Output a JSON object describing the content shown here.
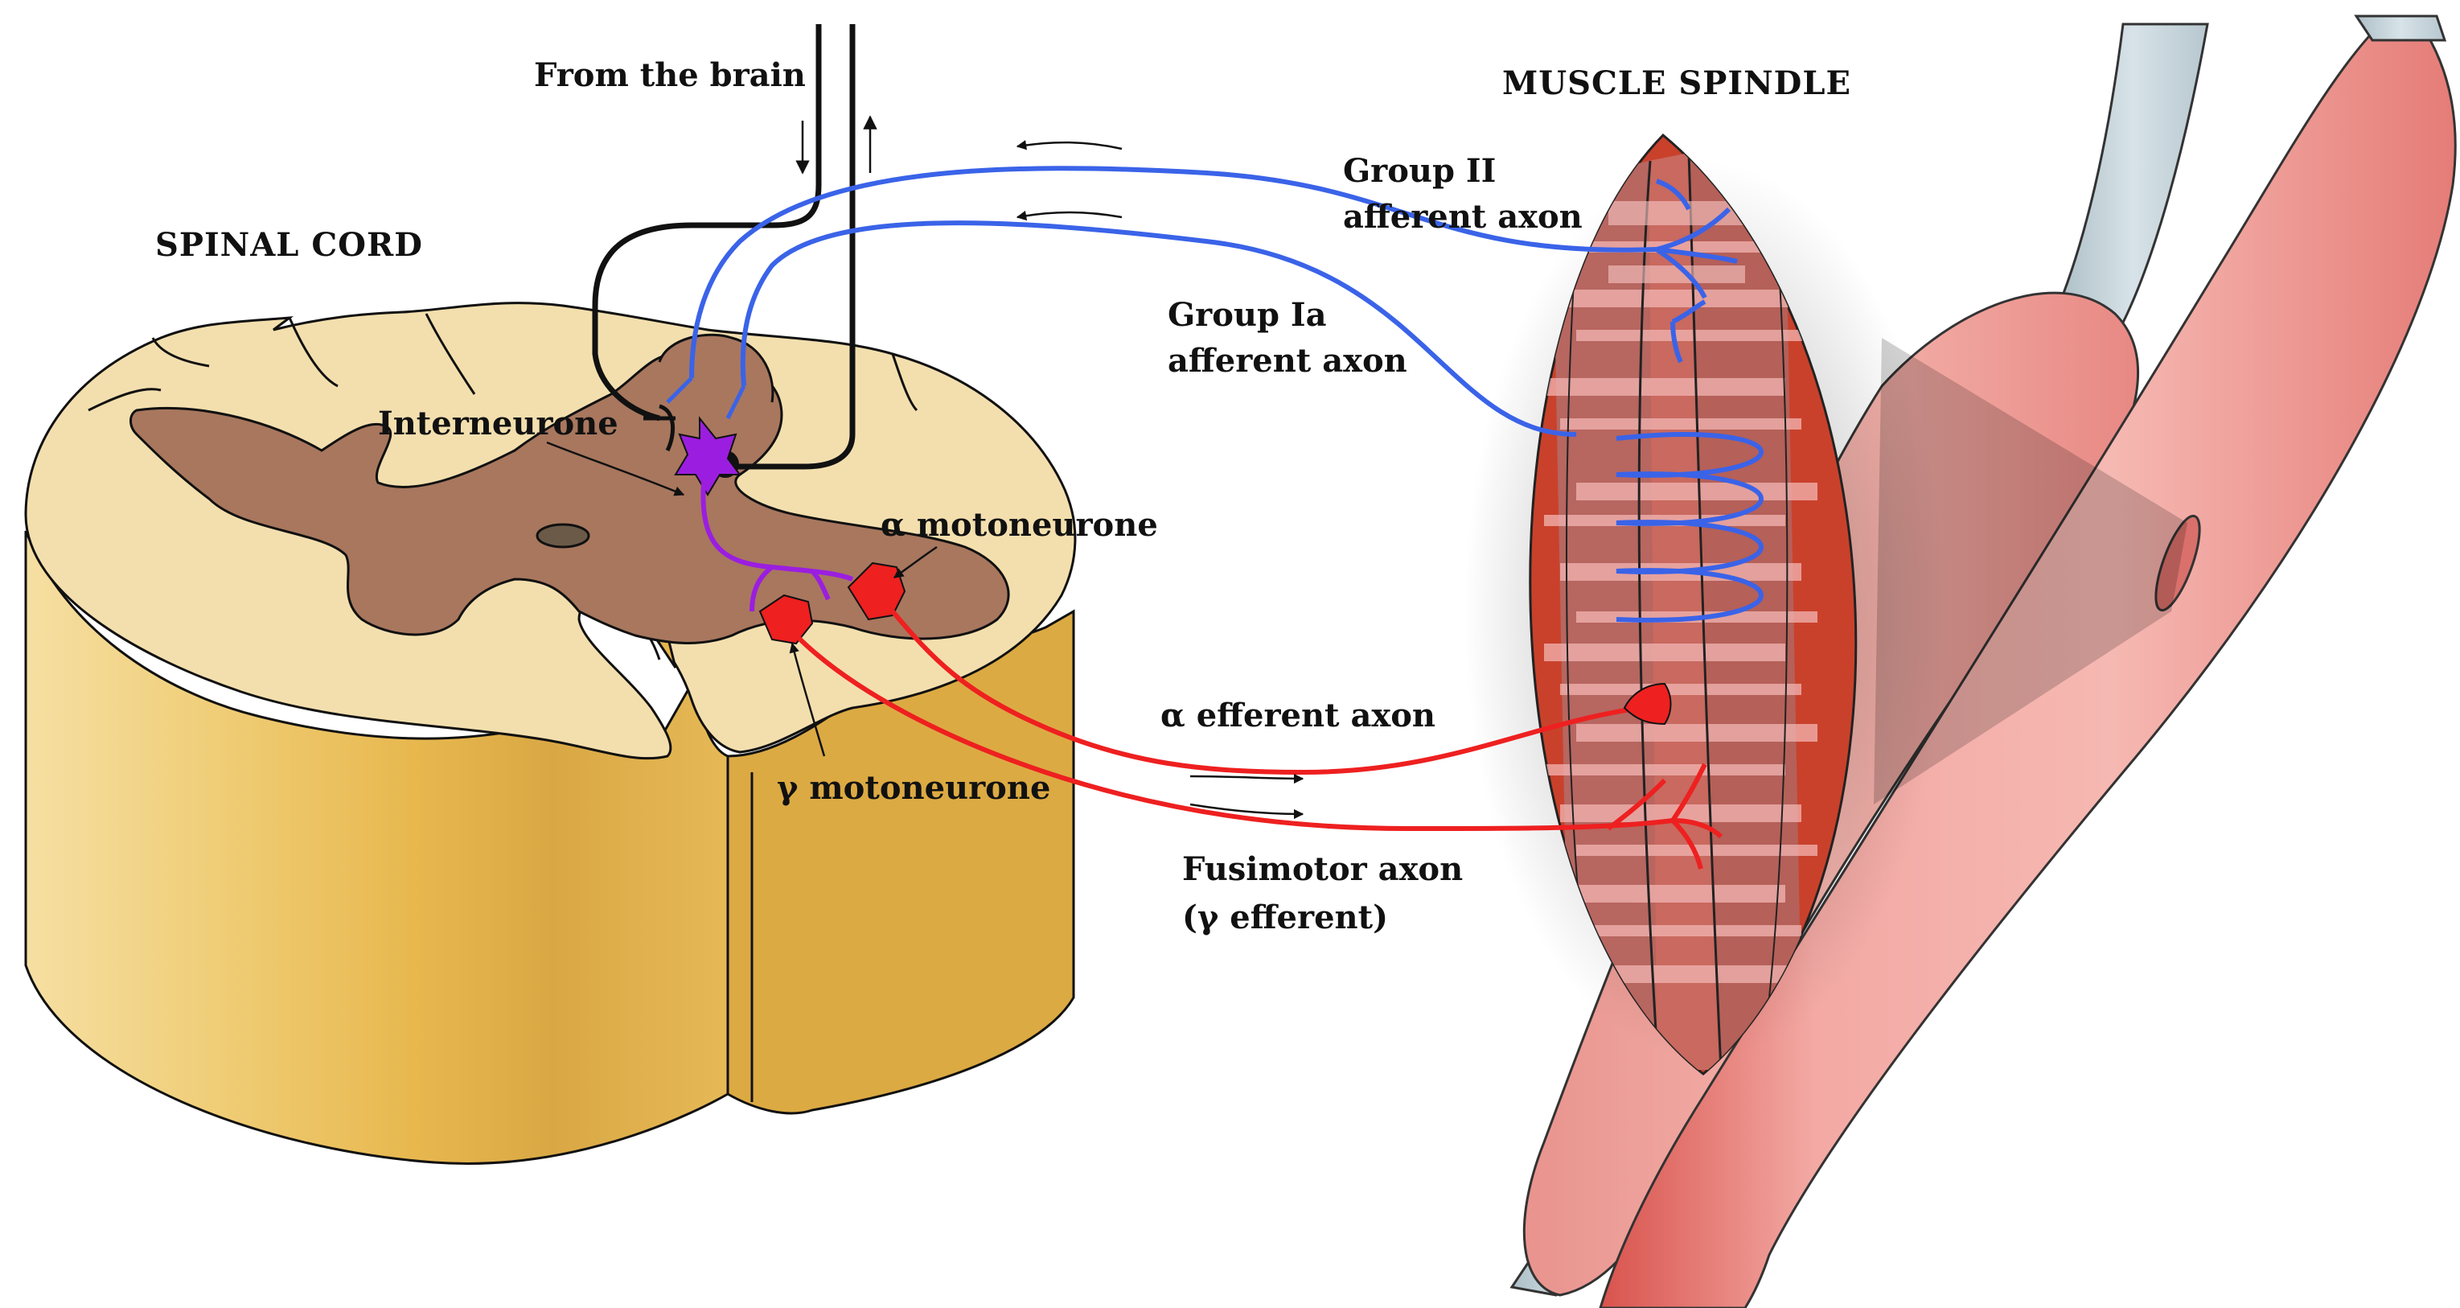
{
  "labels": {
    "from_brain": "From the brain",
    "spinal_cord": "SPINAL CORD",
    "muscle_spindle": "MUSCLE SPINDLE",
    "interneurone": "Interneurone",
    "alpha_motoneurone": "α motoneurone",
    "gamma_motoneurone": "γ motoneurone",
    "group2_line1": "Group II",
    "group2_line2": "afferent axon",
    "group1a_line1": "Group Ia",
    "group1a_line2": "afferent axon",
    "alpha_efferent": "α efferent axon",
    "fusimotor_line1": "Fusimotor axon",
    "fusimotor_line2": "(γ efferent)"
  },
  "colors": {
    "cord_white_matter": "#f3dfae",
    "cord_grey_matter": "#a8775e",
    "cord_side": "#e8b84f",
    "afferent_blue": "#3a63e8",
    "efferent_red": "#ee2020",
    "interneurone_purple": "#9b1ee0",
    "muscle_pink": "#eea0a0",
    "spindle_brown": "#b5615a",
    "nerve_grey": "#c7d6dc"
  }
}
